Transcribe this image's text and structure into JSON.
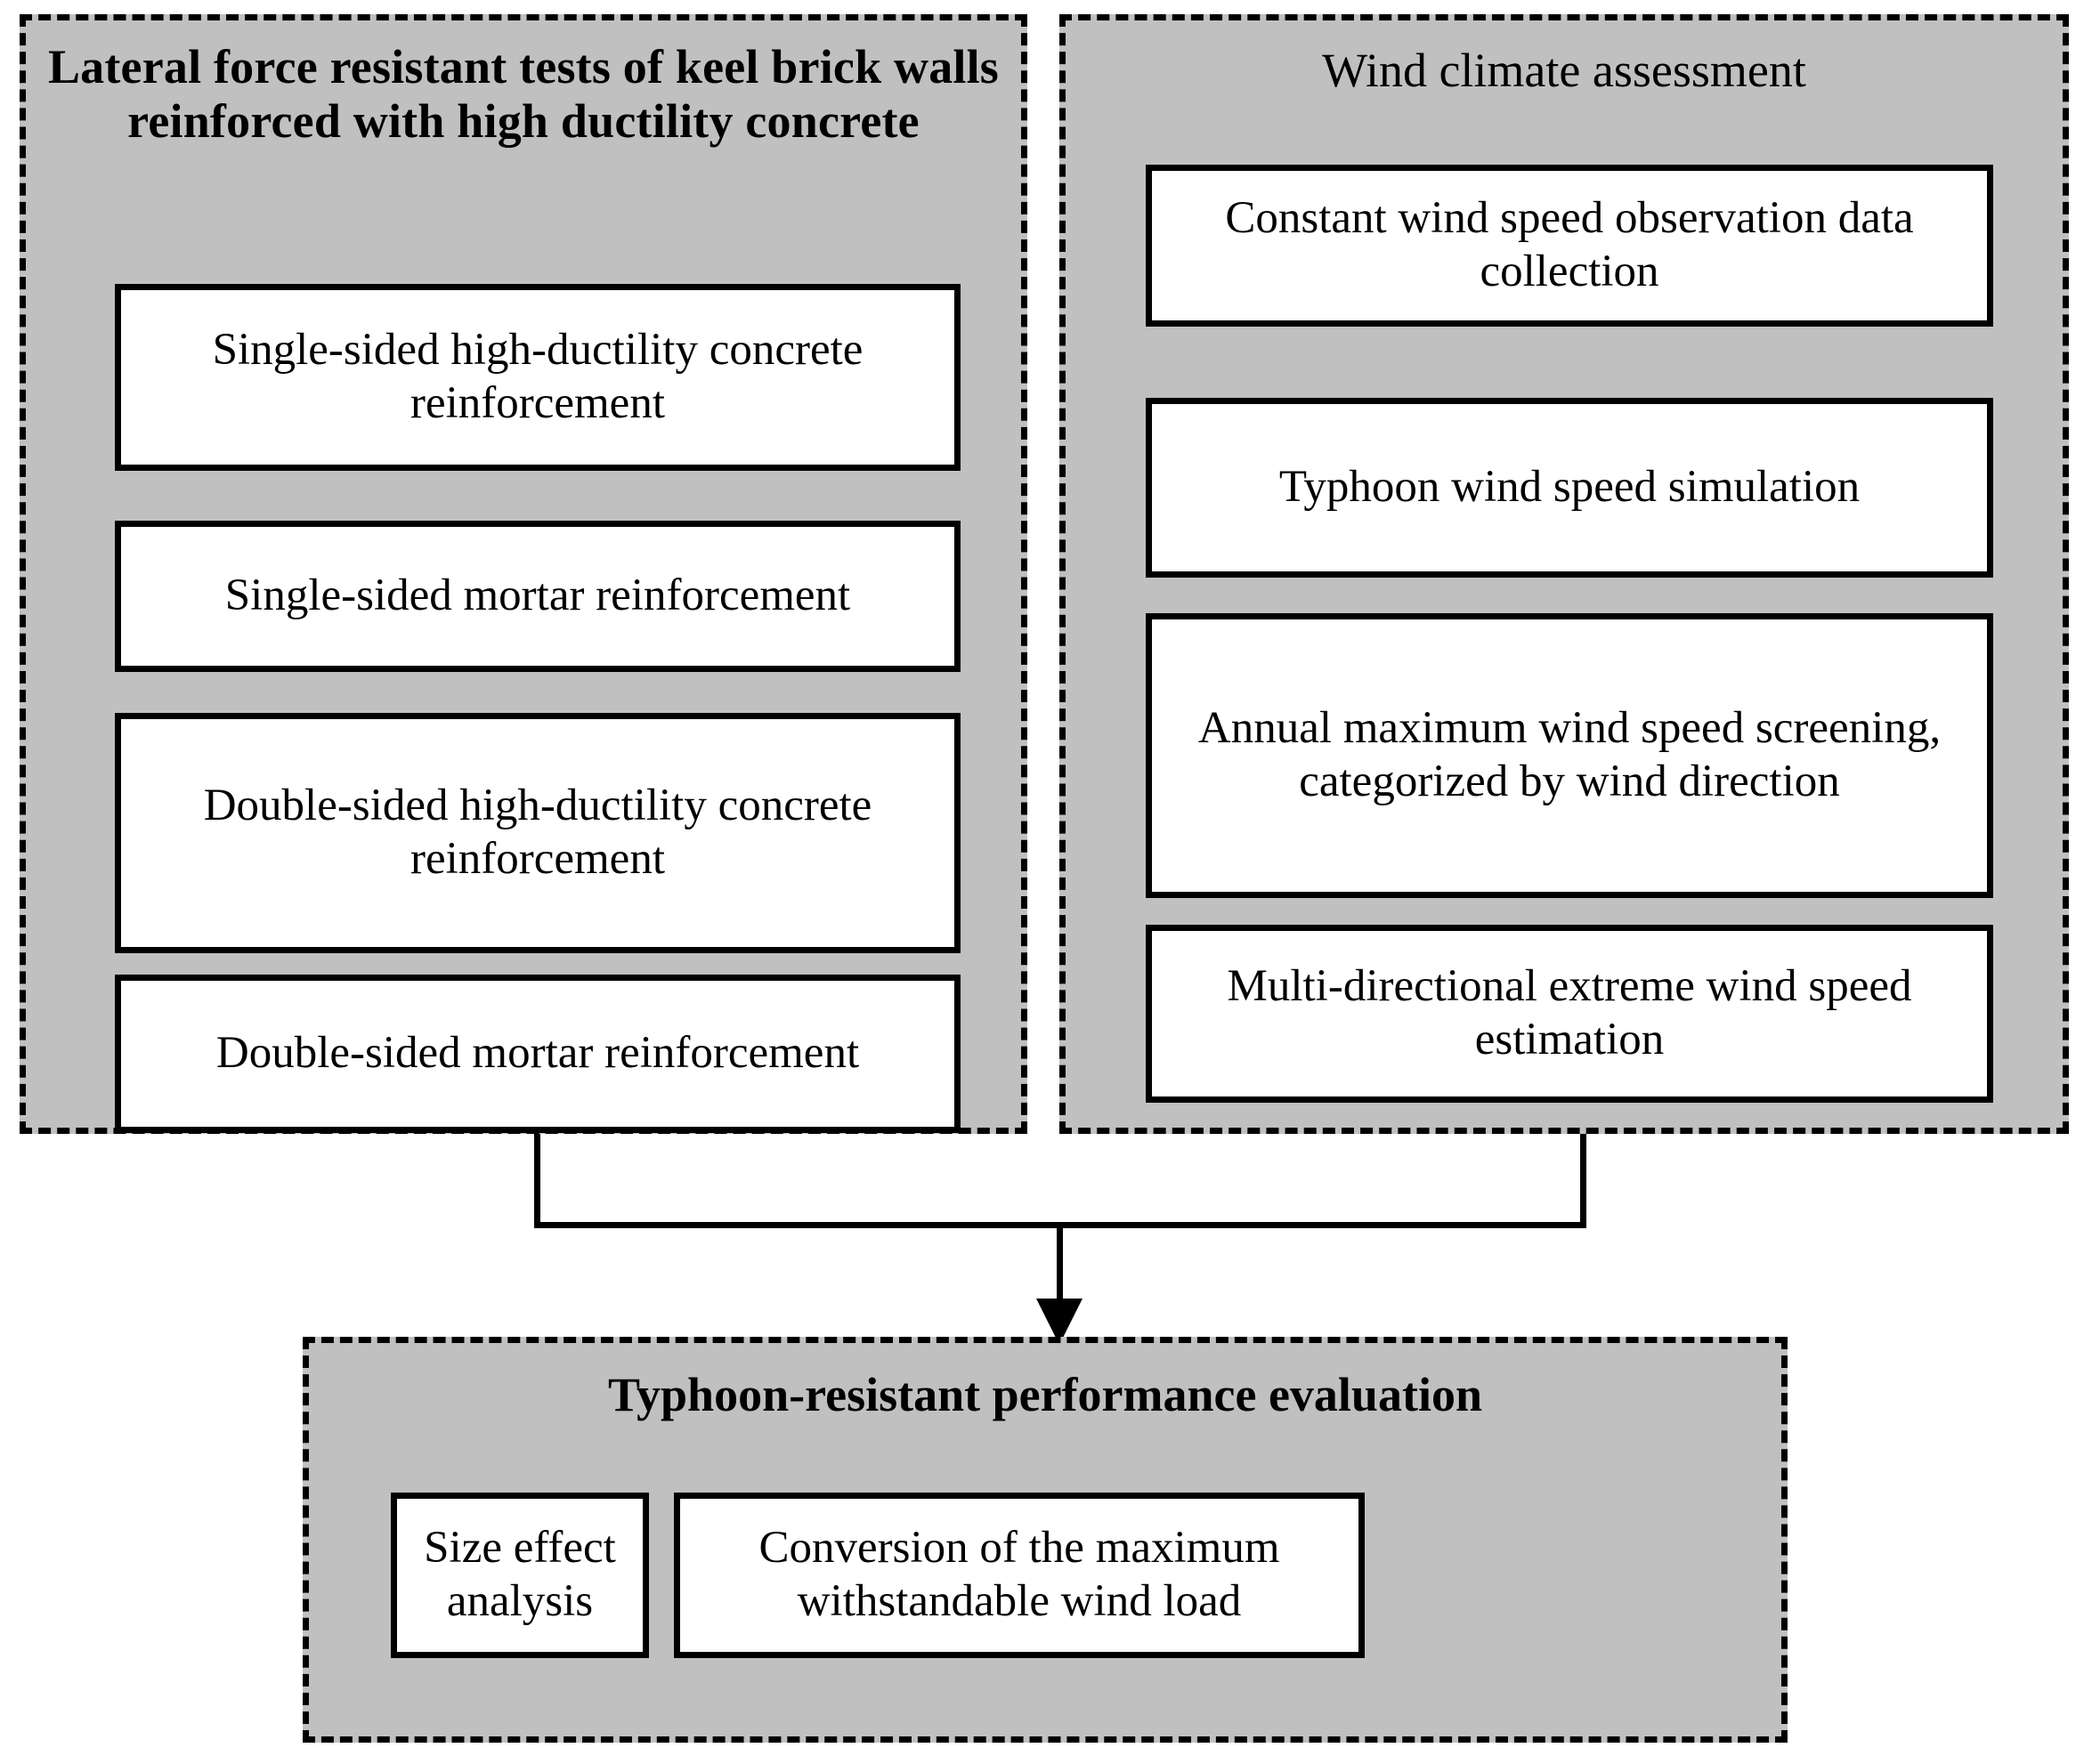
{
  "diagram": {
    "colors": {
      "panel_fill": "#C0C0C0",
      "box_fill": "#FFFFFF",
      "stroke": "#000000"
    },
    "panels": {
      "left": {
        "title": "Lateral force resistant tests of keel brick walls reinforced with high ductility concrete",
        "items": [
          "Single-sided high-ductility concrete reinforcement",
          "Single-sided mortar reinforcement",
          "Double-sided high-ductility concrete reinforcement",
          "Double-sided mortar reinforcement"
        ]
      },
      "right": {
        "title": "Wind climate assessment",
        "items": [
          "Constant wind speed observation data collection",
          "Typhoon wind speed simulation",
          "Annual maximum wind speed screening, categorized by wind direction",
          "Multi-directional extreme wind speed estimation"
        ]
      },
      "bottom": {
        "title": "Typhoon-resistant performance evaluation",
        "items": [
          "Size effect analysis",
          "Conversion of the maximum withstandable wind load"
        ]
      }
    },
    "connector": {
      "type": "merge-arrow",
      "from": [
        "left",
        "right"
      ],
      "to": "bottom",
      "arrow_direction": "down"
    }
  }
}
